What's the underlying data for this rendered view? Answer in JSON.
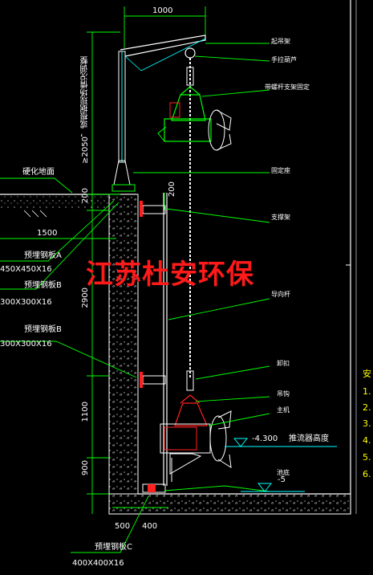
{
  "watermark": "江苏杜安环保",
  "dimensions": {
    "top_width": "1000",
    "mast_height": "≥2050，或根据现场情况调整",
    "d200_left": "200",
    "d200_right": "200",
    "d1500": "1500",
    "d2900": "2900",
    "d1100": "1100",
    "d900": "900",
    "d500": "500",
    "d400": "400"
  },
  "left_labels": {
    "hardened_ground": "硬化地面",
    "plate_a_name": "预埋钢板A",
    "plate_a_size": "450X450X16",
    "plate_b1_name": "预埋钢板B",
    "plate_b1_size": "300X300X16",
    "plate_b2_name": "预埋钢板B",
    "plate_b2_size": "300X300X16",
    "plate_c_name": "预埋钢板C",
    "plate_c_size": "400X400X16"
  },
  "right_labels": {
    "hoist_frame": "起吊架",
    "hand_hoist": "手拉葫芦",
    "upper_bracket": "带螺杆支架固定",
    "fixed_seat": "固定座",
    "support_frame": "支撑架",
    "guide_rod": "导向杆",
    "shackle": "卸扣",
    "hook": "吊钩",
    "motor": "主机",
    "install_elev": "-4.300",
    "install_elev_note": "推流器高度",
    "tank_bottom": "池底",
    "bottom_elev": "-5"
  },
  "notes": {
    "title_partial": "安",
    "items": [
      "1.",
      "2.",
      "3.",
      "4.",
      "5.",
      "6."
    ]
  },
  "colors": {
    "background": "#000000",
    "structure": "#ffffff",
    "green": "#00ff00",
    "cyan": "#00ffff",
    "red": "#ff2020",
    "yellow": "#ffff00",
    "magenta": "#ff00ff"
  }
}
